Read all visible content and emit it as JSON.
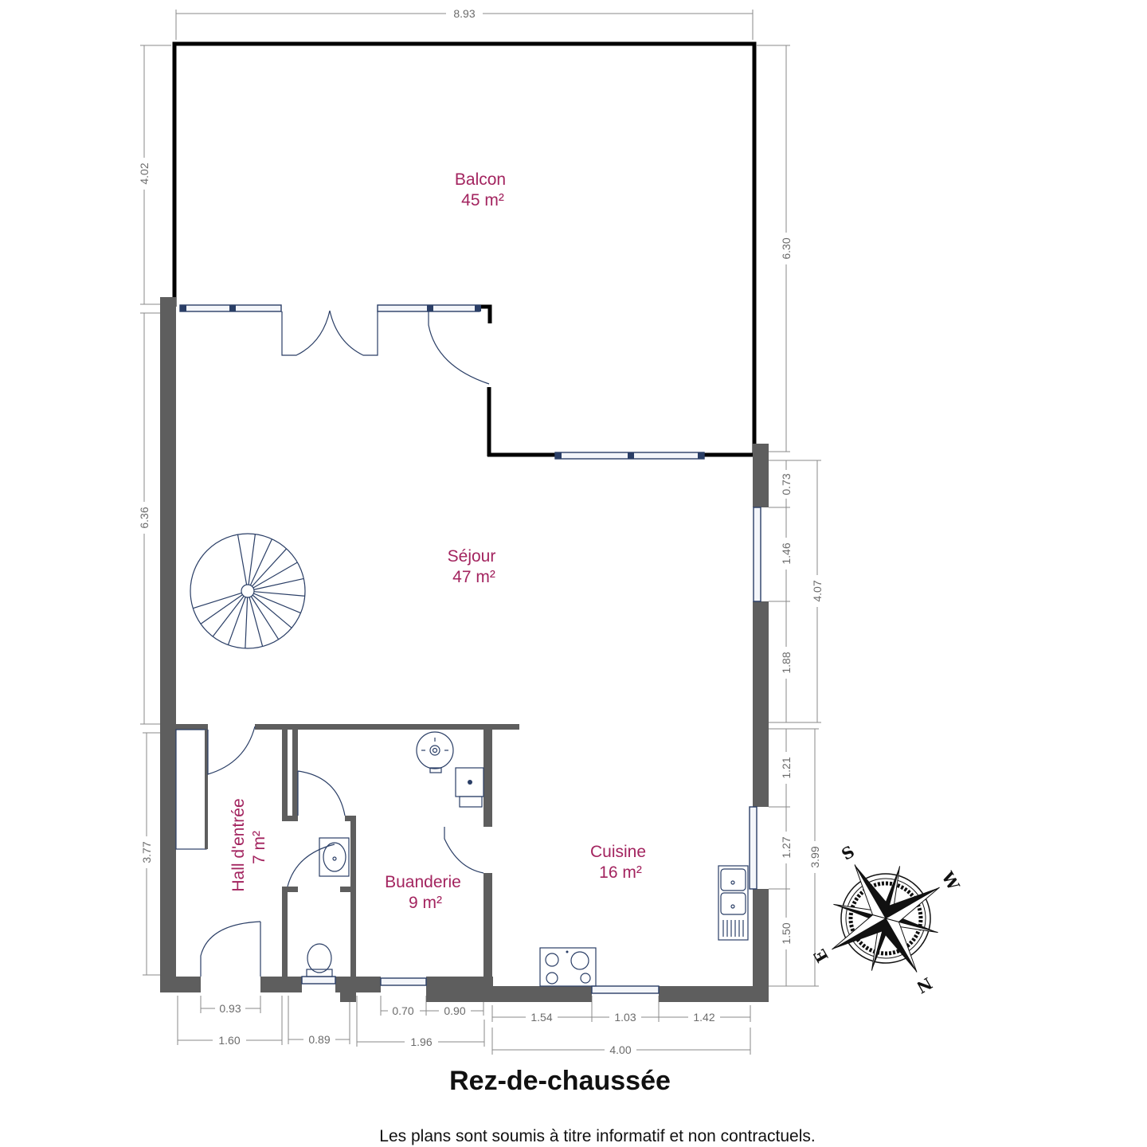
{
  "plan_title": "Rez-de-chaussée",
  "disclaimer": "Les plans sont soumis à titre informatif et non contractuels.",
  "rooms": {
    "balcon": {
      "name": "Balcon",
      "area": "45 m²"
    },
    "sejour": {
      "name": "Séjour",
      "area": "47 m²"
    },
    "cuisine": {
      "name": "Cuisine",
      "area": "16 m²"
    },
    "buanderie": {
      "name": "Buanderie",
      "area": "9 m²"
    },
    "hall": {
      "name": "Hall d'entrée",
      "area": "7 m²"
    }
  },
  "dimensions": {
    "top_width": "8.93",
    "left_balcon": "4.02",
    "left_sejour": "6.36",
    "left_hall": "3.77",
    "right_balcon": "6.30",
    "right_a": "0.73",
    "right_b": "1.46",
    "right_c": "1.88",
    "right_total_upper": "4.07",
    "right_d": "1.21",
    "right_e": "1.27",
    "right_f": "1.50",
    "right_total_lower": "3.99",
    "bottom_hall_door": "0.93",
    "bottom_hall": "1.60",
    "bottom_wc": "0.89",
    "bottom_window": "0.70",
    "bottom_wall": "0.90",
    "bottom_buanderie": "1.96",
    "bottom_k1": "1.54",
    "bottom_k2": "1.03",
    "bottom_k3": "1.42",
    "bottom_kitchen": "4.00"
  },
  "compass": {
    "north": "N",
    "south": "S",
    "east": "E",
    "west": "W"
  },
  "colors": {
    "room_label": "#a3245f",
    "wall": "#5e5e5e",
    "fixture": "#2a3e66"
  }
}
